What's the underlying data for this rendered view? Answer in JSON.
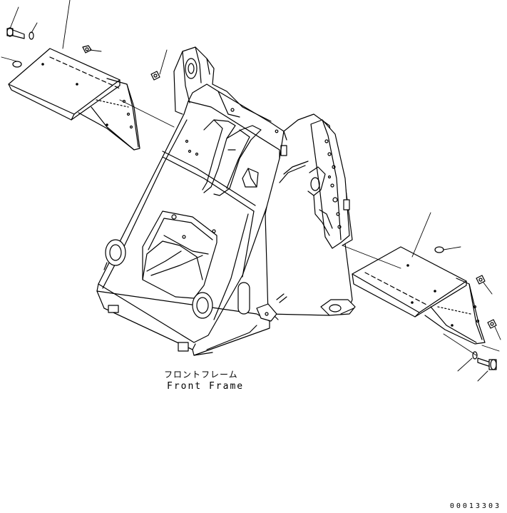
{
  "diagram": {
    "part_label_jp": "フロントフレーム",
    "part_label_en": "Front Frame",
    "drawing_code": "00013303"
  },
  "colors": {
    "line": "#000000",
    "background": "#ffffff"
  }
}
